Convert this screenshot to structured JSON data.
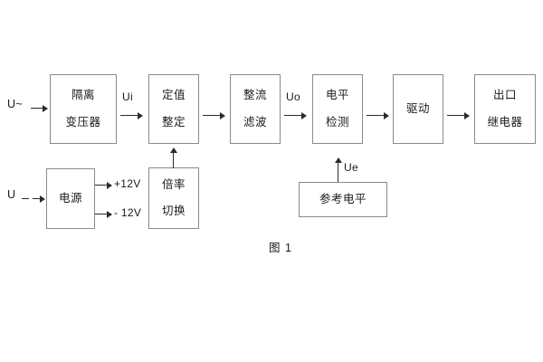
{
  "figure": {
    "caption": "图 1",
    "title_text": "图 1"
  },
  "inputs": {
    "ac_source_label": "U~",
    "dc_source_label": "U"
  },
  "signals": {
    "ui": "Ui",
    "uo": "Uo",
    "ue": "Ue"
  },
  "rails": {
    "positive": "+12V",
    "negative": "- 12V"
  },
  "blocks": {
    "isolation_transformer": {
      "line1": "隔离",
      "line2": "变压器"
    },
    "setting_value": {
      "line1": "定值",
      "line2": "整定"
    },
    "rectify_filter": {
      "line1": "整流",
      "line2": "滤波"
    },
    "level_detect": {
      "line1": "电平",
      "line2": "检测"
    },
    "drive": {
      "line1": "驱动"
    },
    "output_relay": {
      "line1": "出口",
      "line2": "继电器"
    },
    "power_supply": {
      "line1": "电源"
    },
    "ratio_switch": {
      "line1": "倍率",
      "line2": "切换"
    },
    "reference_level": {
      "line1": "参考电平"
    }
  },
  "colors": {
    "box_border": "#8a8a8a",
    "connector": "#2b2b2b",
    "text": "#1a1a1a",
    "background": "#ffffff"
  },
  "diagram_data": {
    "type": "block-diagram",
    "flow_top": [
      "U~",
      "隔离变压器",
      "定值整定",
      "整流滤波",
      "电平检测",
      "驱动",
      "出口继电器"
    ],
    "flow_bottom": [
      "U",
      "电源"
    ],
    "edge_labels": [
      "Ui",
      "Uo",
      "Ue",
      "+12V",
      "- 12V"
    ],
    "vertical_feeds": [
      {
        "from": "倍率切换",
        "to": "定值整定",
        "label": ""
      },
      {
        "from": "参考电平",
        "to": "电平检测",
        "label": "Ue"
      }
    ]
  }
}
